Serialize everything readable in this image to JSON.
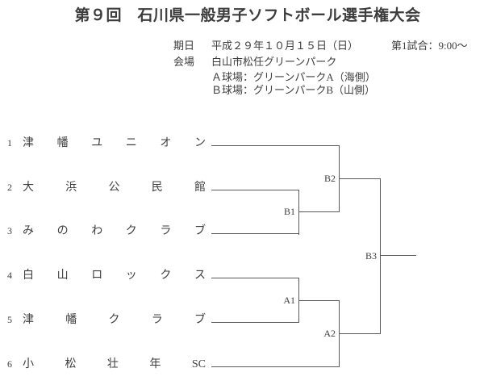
{
  "title": "第９回　石川県一般男子ソフトボール選手権大会",
  "info": {
    "date_label": "期日",
    "date_value": "平成２９年１０月１５日（日）",
    "first_game": "第1試合：9:00～",
    "venue_label": "会場",
    "venue_value": "白山市松任グリーンパーク",
    "field_a": "Ａ球場：グリーンパークA（海側）",
    "field_b": "Ｂ球場：グリーンパークB（山側）"
  },
  "bracket": {
    "teams": [
      {
        "seed": "1",
        "name": "津 幡 ユ ニ オ ン"
      },
      {
        "seed": "2",
        "name": "大 浜 公 民 館"
      },
      {
        "seed": "3",
        "name": "み の わ ク ラ ブ"
      },
      {
        "seed": "4",
        "name": "白 山 ロ ッ ク ス"
      },
      {
        "seed": "5",
        "name": "津 幡 ク ラ ブ"
      },
      {
        "seed": "6",
        "name": "小 松 壮 年 SC"
      }
    ],
    "matches": [
      {
        "id": "B1"
      },
      {
        "id": "B2"
      },
      {
        "id": "B3"
      },
      {
        "id": "A1"
      },
      {
        "id": "A2"
      }
    ]
  },
  "colors": {
    "background": "#ffffff",
    "text": "#3d3d3d",
    "line": "#595959"
  }
}
